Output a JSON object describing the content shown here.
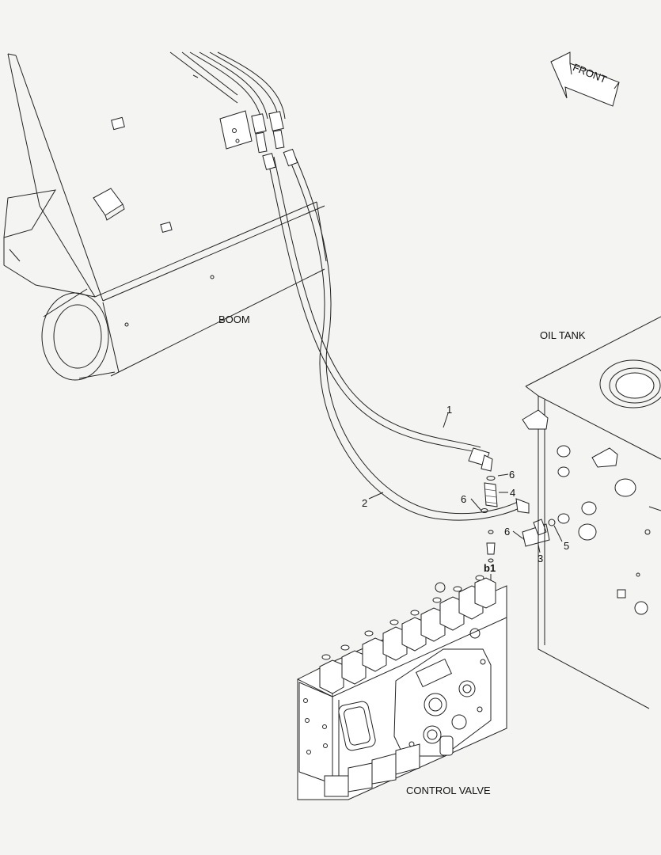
{
  "diagram": {
    "labels": {
      "front": "FRONT",
      "boom": "BOOM",
      "oil_tank": "OIL TANK",
      "control_valve": "CONTROL VALVE"
    },
    "callouts": {
      "c1": "1",
      "c2": "2",
      "c3": "3",
      "c4": "4",
      "c5": "5",
      "c6a": "6",
      "c6b": "6",
      "c6c": "6",
      "b1": "b1"
    },
    "icons": [
      "front-arrow-icon"
    ]
  }
}
